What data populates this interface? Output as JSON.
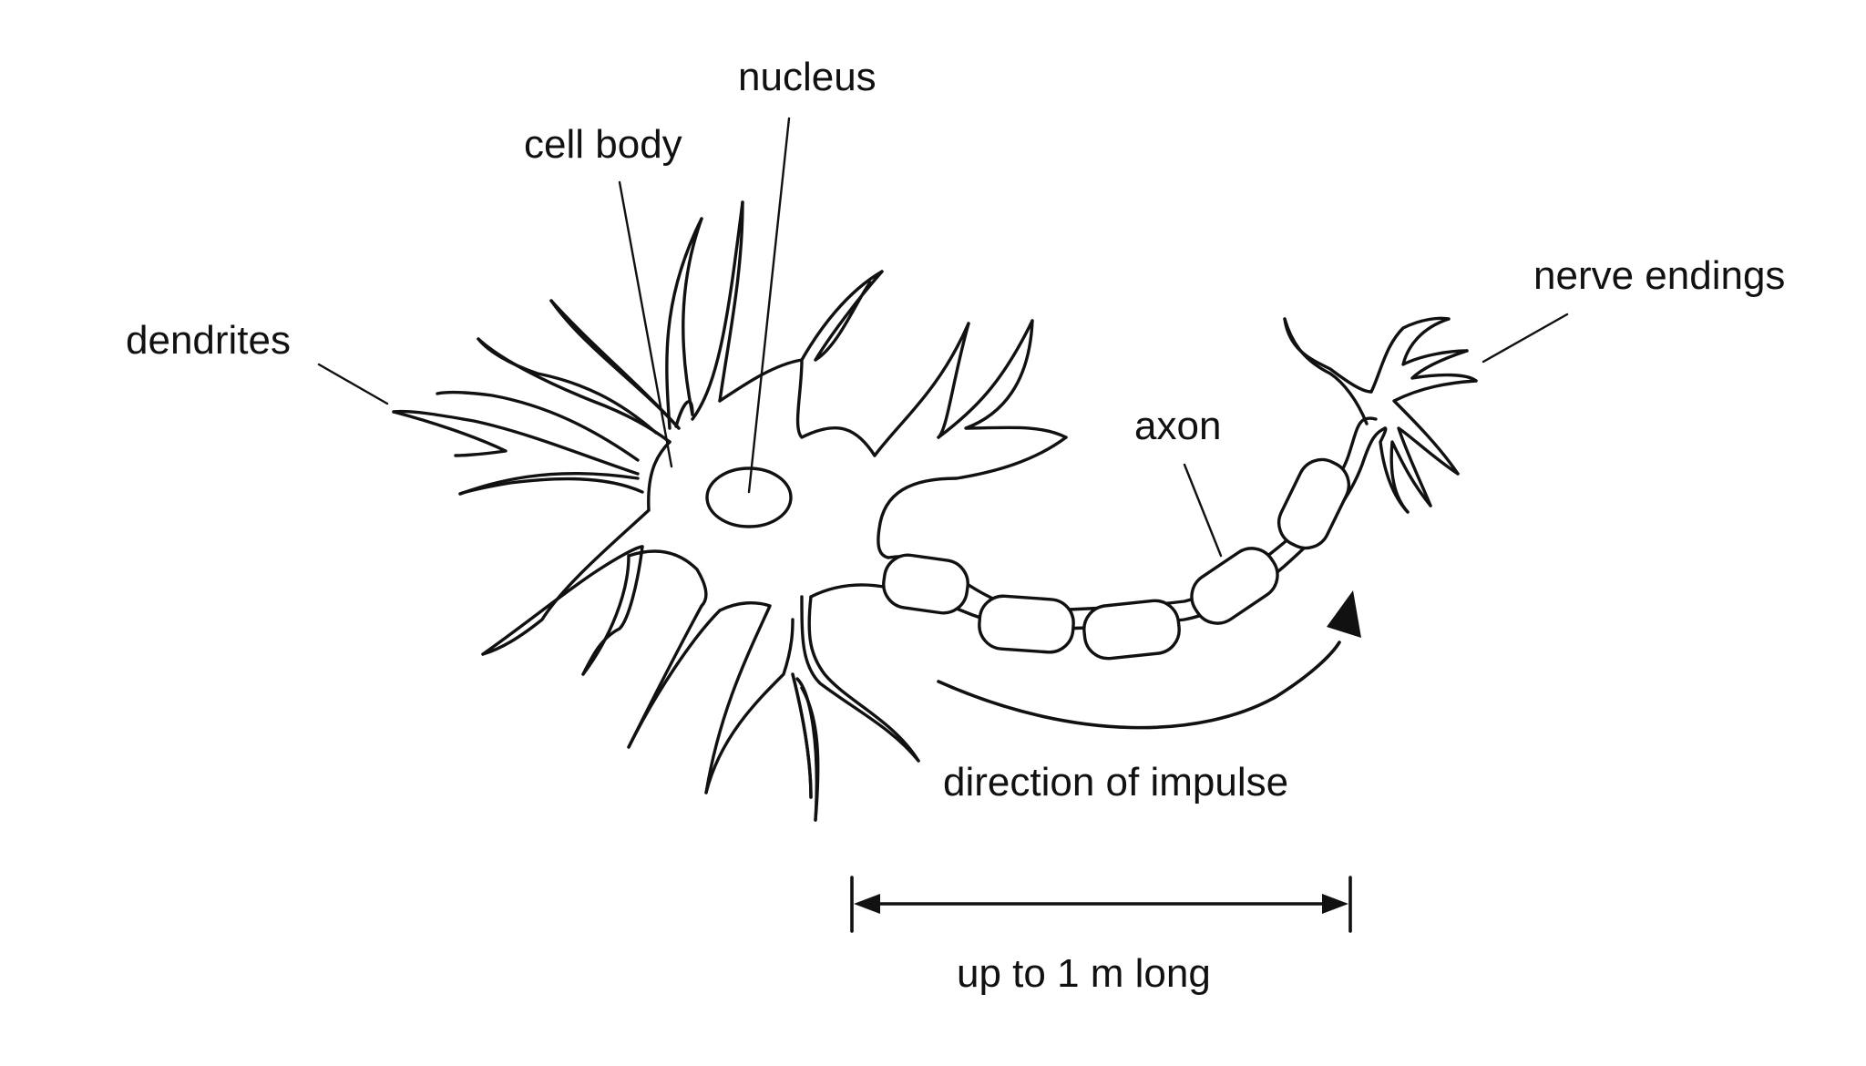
{
  "labels": {
    "nucleus": "nucleus",
    "cell_body": "cell body",
    "dendrites": "dendrites",
    "nerve_endings": "nerve endings",
    "axon": "axon",
    "direction_of_impulse": "direction of impulse",
    "length": "up to 1 m long"
  },
  "colors": {
    "line": "#111111",
    "background": "#ffffff"
  }
}
